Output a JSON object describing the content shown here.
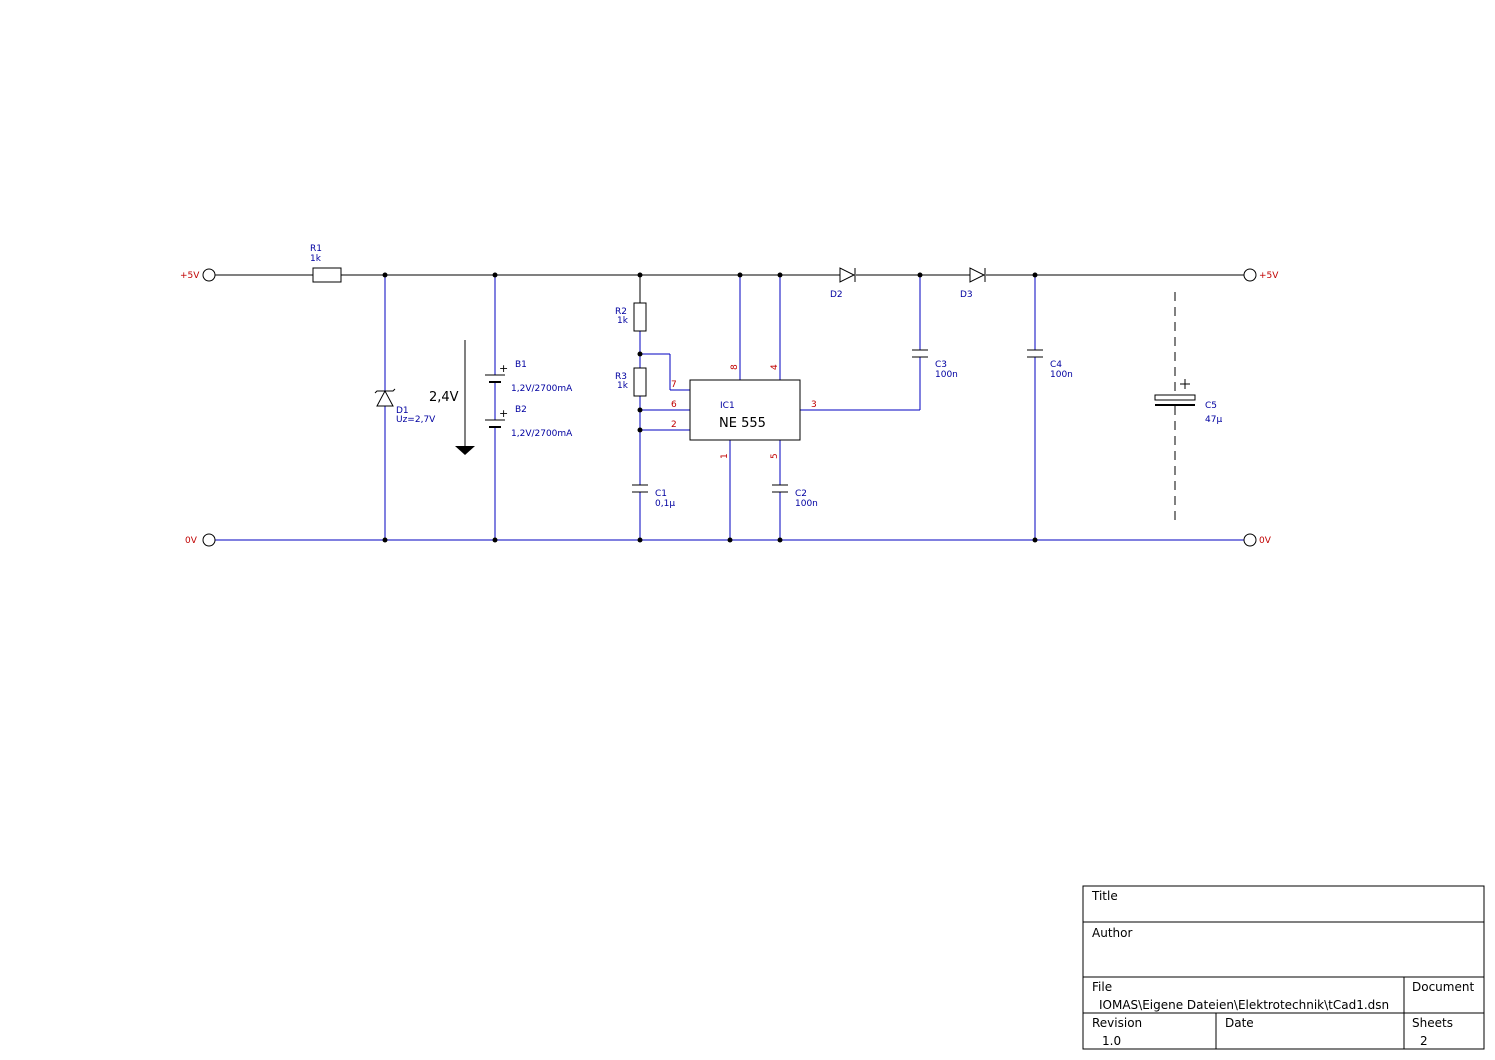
{
  "rails": {
    "in_pos": "+5V",
    "in_gnd": "0V",
    "out_pos": "+5V",
    "out_gnd": "0V"
  },
  "components": {
    "r1": {
      "ref": "R1",
      "value": "1k"
    },
    "r2": {
      "ref": "R2",
      "value": "1k"
    },
    "r3": {
      "ref": "R3",
      "value": "1k"
    },
    "d1": {
      "ref": "D1",
      "value": "Uz=2,7V"
    },
    "b1": {
      "ref": "B1",
      "value": "1,2V/2700mA",
      "plus": "+"
    },
    "b2": {
      "ref": "B2",
      "value": "1,2V/2700mA",
      "plus": "+"
    },
    "voltage_arrow": "2,4V",
    "c1": {
      "ref": "C1",
      "value": "0,1µ"
    },
    "c2": {
      "ref": "C2",
      "value": "100n"
    },
    "c3": {
      "ref": "C3",
      "value": "100n"
    },
    "c4": {
      "ref": "C4",
      "value": "100n"
    },
    "c5": {
      "ref": "C5",
      "value": "47µ",
      "plus": "+"
    },
    "d2": {
      "ref": "D2"
    },
    "d3": {
      "ref": "D3"
    },
    "ic1": {
      "ref": "IC1",
      "name": "NE 555",
      "pins": {
        "p1": "1",
        "p2": "2",
        "p3": "3",
        "p4": "4",
        "p5": "5",
        "p6": "6",
        "p7": "7",
        "p8": "8"
      }
    }
  },
  "title_block": {
    "title_label": "Title",
    "author_label": "Author",
    "file_label": "File",
    "file_value": "IOMAS\\Eigene Dateien\\Elektrotechnik\\tCad1.dsn",
    "document_label": "Document",
    "revision_label": "Revision",
    "revision_value": "1.0",
    "date_label": "Date",
    "sheets_label": "Sheets",
    "sheets_value": "2"
  },
  "colors": {
    "wire_top": "#000000",
    "wire_net": "#0000c0",
    "label_blue": "#0000a0",
    "pin_red": "#c00000"
  }
}
